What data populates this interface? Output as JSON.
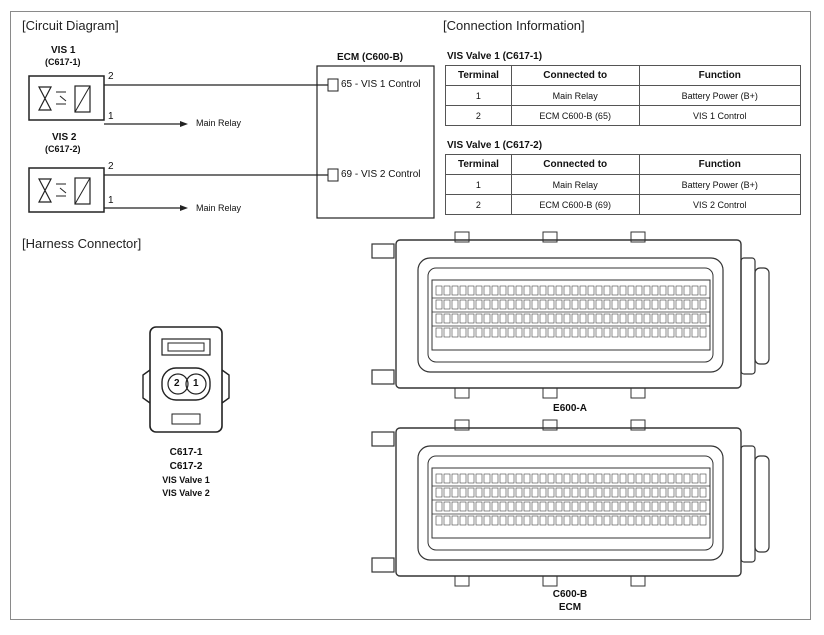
{
  "sections": {
    "circuit": "[Circuit Diagram]",
    "connection": "[Connection Information]",
    "harness": "[Harness Connector]"
  },
  "circuit": {
    "vis1_name": "VIS 1",
    "vis1_code": "(C617-1)",
    "vis2_name": "VIS 2",
    "vis2_code": "(C617-2)",
    "pin2": "2",
    "pin1": "1",
    "main_relay": "Main Relay",
    "ecm_title": "ECM (C600-B)",
    "ecm_pin1": "65 - VIS 1 Control",
    "ecm_pin2": "69 - VIS 2 Control"
  },
  "tables": [
    {
      "title": "VIS Valve 1 (C617-1)",
      "headers": [
        "Terminal",
        "Connected to",
        "Function"
      ],
      "rows": [
        [
          "1",
          "Main Relay",
          "Battery Power (B+)"
        ],
        [
          "2",
          "ECM C600-B (65)",
          "VIS 1 Control"
        ]
      ]
    },
    {
      "title": "VIS Valve 1 (C617-2)",
      "headers": [
        "Terminal",
        "Connected to",
        "Function"
      ],
      "rows": [
        [
          "1",
          "Main Relay",
          "Battery Power (B+)"
        ],
        [
          "2",
          "ECM C600-B (69)",
          "VIS 2 Control"
        ]
      ]
    }
  ],
  "harness": {
    "small_pins": [
      "2",
      "1"
    ],
    "small_caption": [
      "C617-1",
      "C617-2",
      "VIS Valve 1",
      "VIS Valve 2"
    ],
    "ecm_a_caption": "E600-A",
    "ecm_b_caption": [
      "C600-B",
      "ECM"
    ]
  }
}
